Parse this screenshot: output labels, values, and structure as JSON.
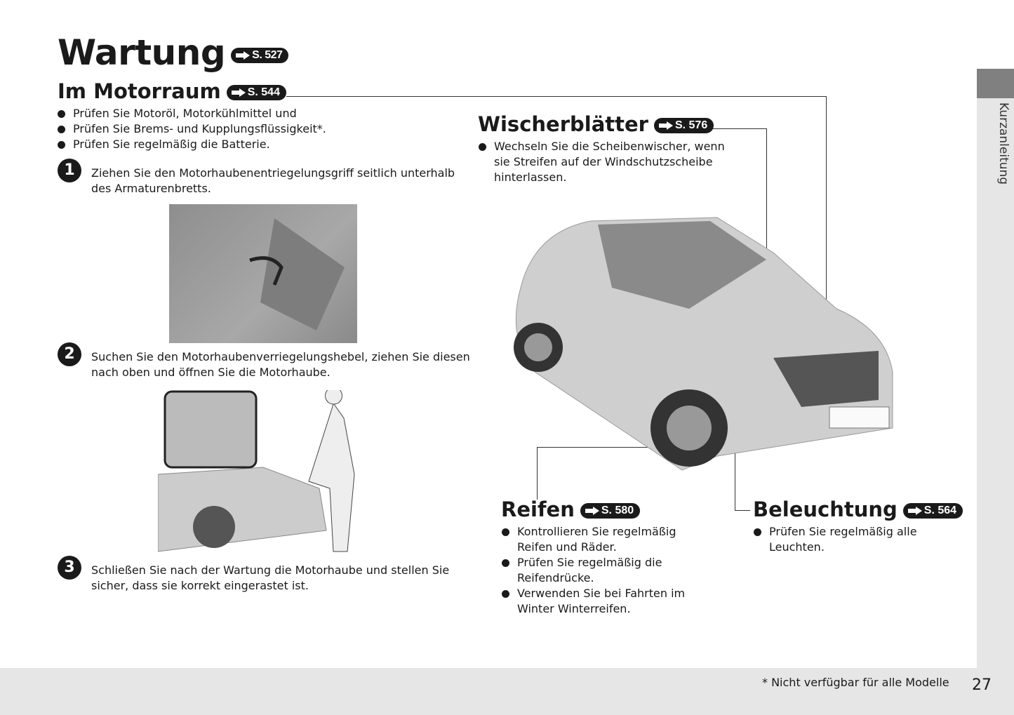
{
  "title": "Wartung",
  "title_ref": "S. 527",
  "engine": {
    "heading": "Im Motorraum",
    "ref": "S. 544",
    "bullets": [
      "Prüfen Sie Motoröl, Motorkühlmittel und",
      "Prüfen Sie Brems- und Kupplungsflüssigkeit*.",
      "Prüfen Sie regelmäßig die Batterie."
    ],
    "steps": [
      {
        "n": "1",
        "text": "Ziehen Sie den Motorhaubenentriegelungsgriff seitlich unterhalb des Armaturenbretts."
      },
      {
        "n": "2",
        "text": "Suchen Sie den Motorhaubenverriegelungshebel, ziehen Sie diesen nach oben und öffnen Sie die Motorhaube."
      },
      {
        "n": "3",
        "text": "Schließen Sie nach der Wartung die Motorhaube und stellen Sie sicher, dass sie korrekt eingerastet ist."
      }
    ]
  },
  "wipers": {
    "heading": "Wischerblätter",
    "ref": "S. 576",
    "bullets": [
      "Wechseln Sie die Scheibenwischer, wenn sie Streifen auf der Windschutzscheibe hinterlassen."
    ]
  },
  "tires": {
    "heading": "Reifen",
    "ref": "S. 580",
    "bullets": [
      "Kontrollieren Sie regelmäßig Reifen und Räder.",
      "Prüfen Sie regelmäßig die Reifendrücke.",
      "Verwenden Sie bei Fahrten im Winter Winterreifen."
    ]
  },
  "lights": {
    "heading": "Beleuchtung",
    "ref": "S. 564",
    "bullets": [
      "Prüfen Sie regelmäßig alle Leuchten."
    ]
  },
  "side_tab": "Kurzanleitung",
  "footnote": "* Nicht verfügbar für alle Modelle",
  "page_number": "27"
}
